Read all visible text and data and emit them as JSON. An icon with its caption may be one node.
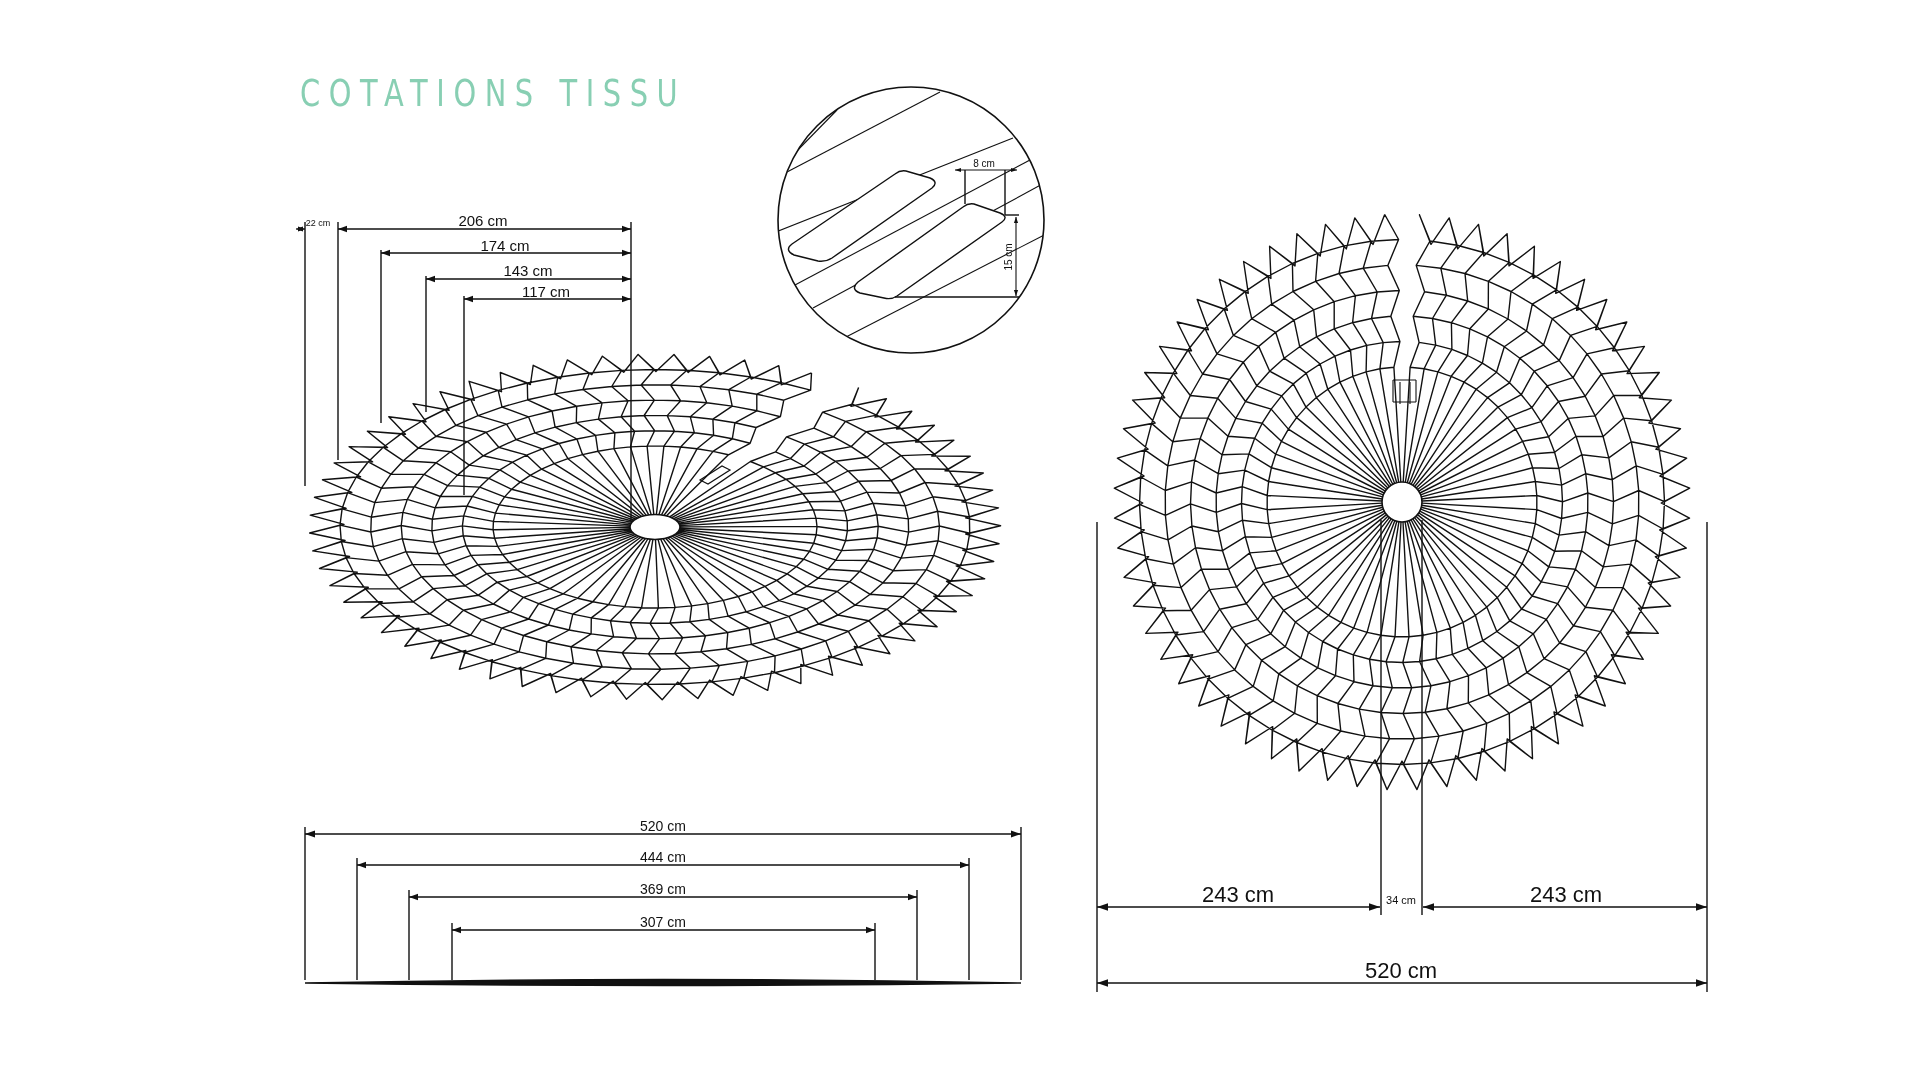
{
  "diagram": {
    "title": "COTATIONS TISSU",
    "labels": [
      "22 cm",
      "206 cm",
      "174 cm",
      "143 cm",
      "117 cm",
      "8 cm",
      "15 cm",
      "520 cm",
      "444 cm",
      "369 cm",
      "307 cm",
      "243 cm",
      "34 cm",
      "243 cm",
      "520 cm"
    ]
  }
}
